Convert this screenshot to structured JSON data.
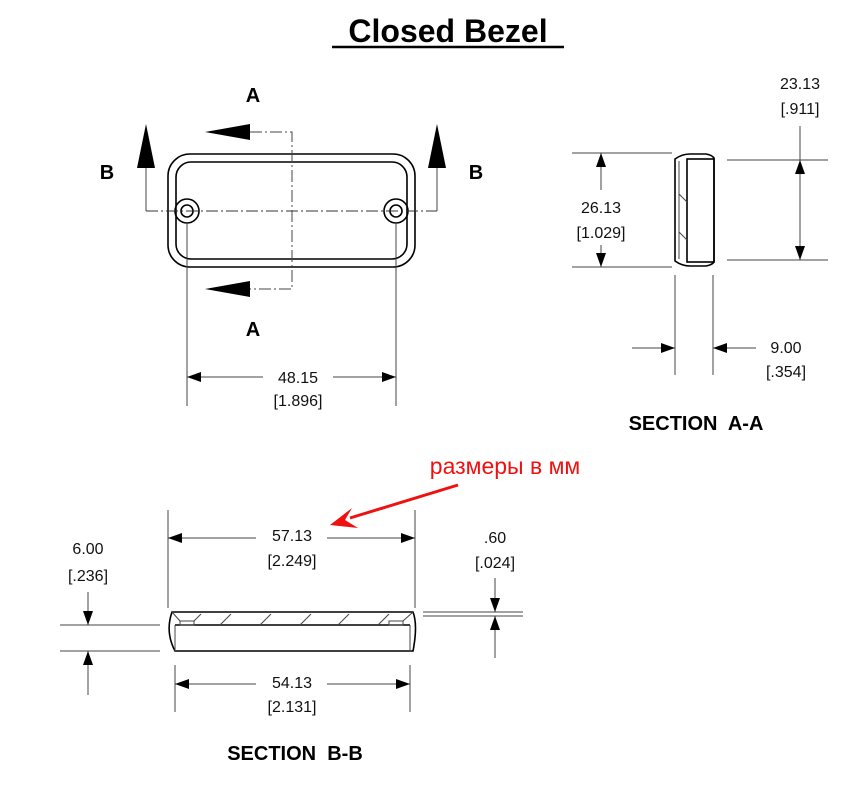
{
  "title": "Closed Bezel",
  "front_view": {
    "section_a_label_top": "A",
    "section_a_label_bottom": "A",
    "section_b_label_left": "B",
    "section_b_label_right": "B",
    "hole_spacing": {
      "mm": "48.15",
      "in": "[1.896]"
    }
  },
  "section_aa": {
    "title": "SECTION  A-A",
    "outer_height": {
      "mm": "26.13",
      "in": "[1.029]"
    },
    "inner_height": {
      "mm": "23.13",
      "in": "[.911]"
    },
    "depth": {
      "mm": "9.00",
      "in": "[.354]"
    }
  },
  "section_bb": {
    "title": "SECTION  B-B",
    "outer_length": {
      "mm": "57.13",
      "in": "[2.249]"
    },
    "inner_length": {
      "mm": "54.13",
      "in": "[2.131]"
    },
    "height": {
      "mm": "6.00",
      "in": "[.236]"
    },
    "lip": {
      "mm": ".60",
      "in": "[.024]"
    }
  },
  "annotation": {
    "text": "размеры в мм",
    "color": "#f01010"
  }
}
